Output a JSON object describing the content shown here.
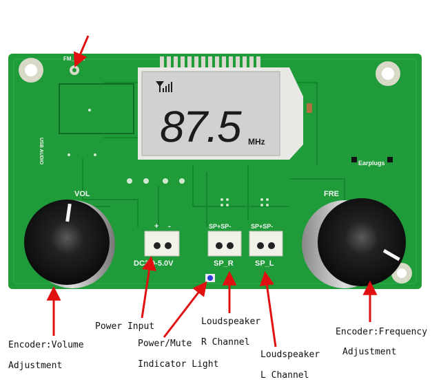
{
  "board": {
    "silkscreen": {
      "fm_ant": "FM_ANT",
      "usb_audio": "USB AUDIO",
      "earplugs": "Earplugs",
      "vol": "VOL",
      "fre": "FRE",
      "plus": "+",
      "minus": "-",
      "dc": "DC3.0-5.0V",
      "sp_header_r": "SP+SP-",
      "sp_header_l": "SP+SP-",
      "sp_r": "SP_R",
      "sp_l": "SP_L"
    },
    "lcd": {
      "frequency": "87.5",
      "unit": "MHz"
    },
    "colors": {
      "pcb": "#1f9b3a",
      "pcb_dark": "#17802d",
      "lcd": "#cfd2cf",
      "arrow": "#e01010"
    }
  },
  "annotations": {
    "power_input": "Power Input",
    "encoder_volume_line1": "Encoder:Volume",
    "encoder_volume_line2": "Adjustment",
    "power_mute_line1": "Power/Mute",
    "power_mute_line2": "Indicator Light",
    "loudspeaker_r_line1": "Loudspeaker",
    "loudspeaker_r_line2": "R Channel",
    "loudspeaker_l_line1": "Loudspeaker",
    "loudspeaker_l_line2": "L Channel",
    "encoder_frequency_line1": "Encoder:Frequency",
    "encoder_frequency_line2": "Adjustment"
  }
}
